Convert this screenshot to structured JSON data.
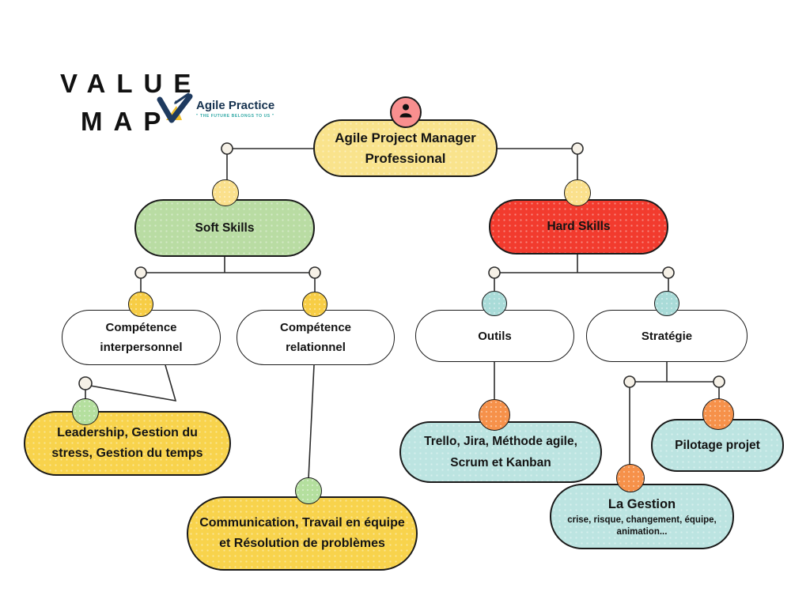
{
  "header": {
    "title_line1": "VALUE",
    "title_line2": "MAP",
    "logo_name": "Agile Practice",
    "logo_tagline": "\" THE FUTURE BELONGS TO US \""
  },
  "mindmap": {
    "root": {
      "label": "Agile Project Manager Professional",
      "badge_icon": "person-icon",
      "fill": "#F9E38C",
      "badge_fill": "#F98F8F"
    },
    "branches": {
      "soft_skills": {
        "label": "Soft Skills",
        "fill": "#B9DCA3"
      },
      "hard_skills": {
        "label": "Hard Skills",
        "fill": "#F23B2E"
      }
    },
    "subnodes": {
      "competence_interpersonnel": {
        "label": "Compétence interpersonnel",
        "fill": "#FFFFFF"
      },
      "competence_relationnel": {
        "label": "Compétence relationnel",
        "fill": "#FFFFFF"
      },
      "outils": {
        "label": "Outils",
        "fill": "#FFFFFF"
      },
      "strategie": {
        "label": "Stratégie",
        "fill": "#FFFFFF"
      }
    },
    "leaves": {
      "leadership": {
        "label": "Leadership, Gestion du stress, Gestion du temps",
        "fill": "#F8D34C"
      },
      "communication": {
        "label": "Communication, Travail en équipe et Résolution de problèmes",
        "fill": "#F8D34C"
      },
      "trello": {
        "label": "Trello, Jira, Méthode agile, Scrum et Kanban",
        "fill": "#BCE4E1"
      },
      "pilotage": {
        "label": "Pilotage projet",
        "fill": "#BCE4E1"
      },
      "la_gestion": {
        "title": "La Gestion",
        "subtitle": "crise, risque, changement, équipe, animation...",
        "fill": "#BCE4E1"
      }
    },
    "dot_colors": {
      "branch_dot": "#FAE08C",
      "soft_child_dot": "#F7CD45",
      "hard_child_dot": "#A9DBD8",
      "soft_leaf_dot": "#B4DF9E",
      "hard_leaf_dot": "#F6914A"
    },
    "connector_color": "#2B2B2B",
    "junction_fill": "#F6F1E7"
  }
}
